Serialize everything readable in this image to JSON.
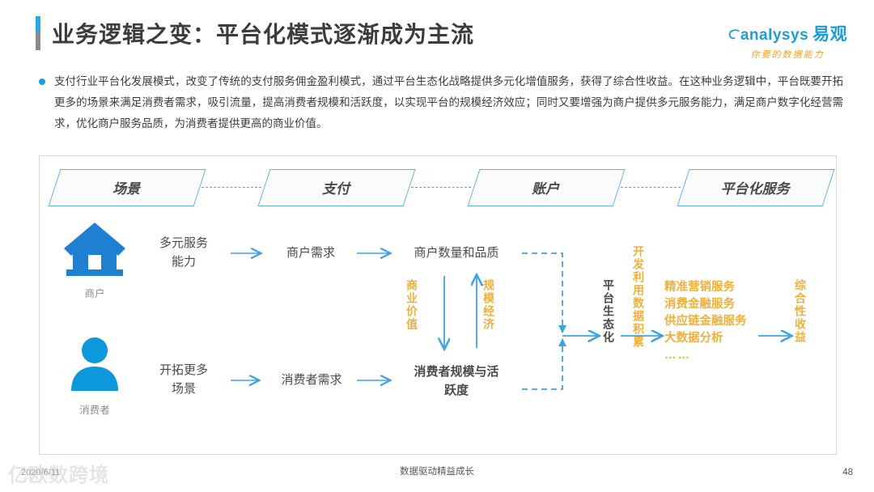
{
  "header": {
    "title": "业务逻辑之变：平台化模式逐渐成为主流",
    "accent_color": "#2aa7e8",
    "logo_main": "analysys",
    "logo_main_cn": "易观",
    "logo_tagline": "你要的数据能力"
  },
  "body": {
    "paragraph": "支付行业平台化发展模式，改变了传统的支付服务佣金盈利模式，通过平台生态化战略提供多元化增值服务，获得了综合性收益。在这种业务逻辑中，平台既要开拓更多的场景来满足消费者需求，吸引流量，提高消费者规模和活跃度，以实现平台的规模经济效应；同时又要增强为商户提供多元服务能力，满足商户数字化经营需求，优化商户服务品质，为消费者提供更高的商业价值。"
  },
  "diagram": {
    "stages": [
      {
        "label": "场景"
      },
      {
        "label": "支付"
      },
      {
        "label": "账户"
      },
      {
        "label": "平台化服务"
      }
    ],
    "actors": [
      {
        "icon": "house-icon",
        "caption": "商户"
      },
      {
        "icon": "person-icon",
        "caption": "消费者"
      }
    ],
    "merchant_flow": {
      "capability": "多元服务\n能力",
      "demand": "商户需求",
      "result": "商户数量和品质"
    },
    "consumer_flow": {
      "capability": "开拓更多\n场景",
      "demand": "消费者需求",
      "result": "消费者规模与活\n跃度"
    },
    "vertical_labels": {
      "business_value": "商业价值",
      "scale_economy": "规模经济",
      "platform_ecology": "平台生态化",
      "data_accumulation": "开发利用数据积累",
      "comprehensive_income": "综合性收益"
    },
    "services": [
      "精准营销服务",
      "消费金融服务",
      "供应链金融服务",
      "大数据分析",
      "……"
    ],
    "colors": {
      "blue": "#1b9dd9",
      "light_blue": "#5cb3e4",
      "orange": "#efb13c",
      "gray": "#4a4a4a"
    }
  },
  "footer": {
    "date": "2020/6/11",
    "center_text": "数据驱动精益成长",
    "page_number": "48",
    "watermark": "亿欧数跨境"
  }
}
